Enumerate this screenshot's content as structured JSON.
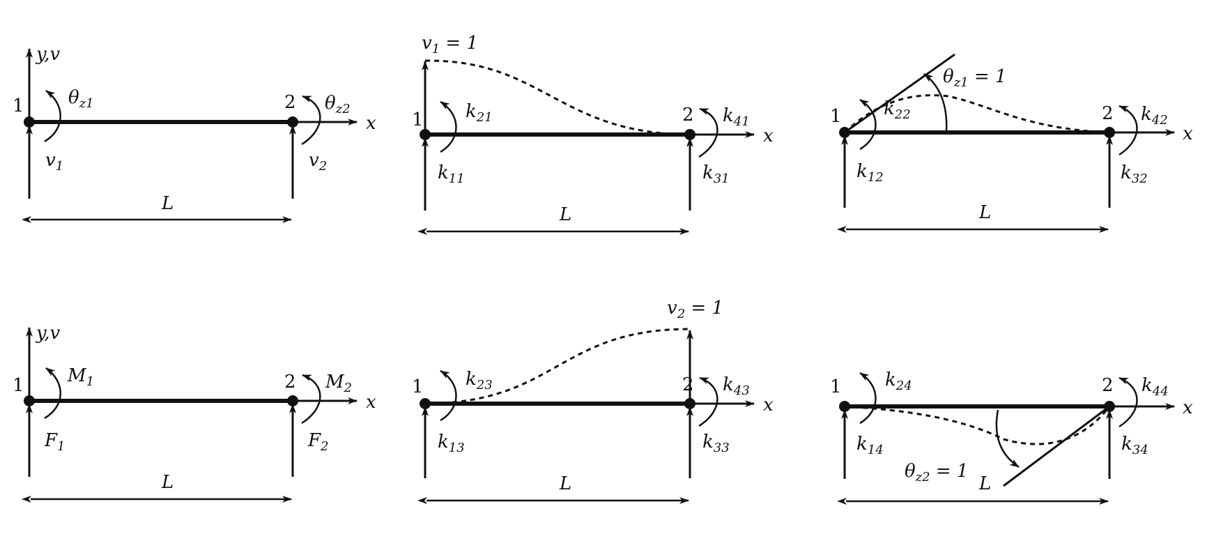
{
  "panels": [
    {
      "id": "dof",
      "node1": "1",
      "node2": "2",
      "axis_x": "x",
      "axis_y": "y,v",
      "moment1": {
        "base": "θ",
        "sub": "z1"
      },
      "moment2": {
        "base": "θ",
        "sub": "z2"
      },
      "force1": {
        "base": "v",
        "sub": "1"
      },
      "force2": {
        "base": "v",
        "sub": "2"
      },
      "length": "L",
      "deflection_label": {
        "base": "",
        "sub": "",
        "rest": ""
      }
    },
    {
      "id": "v1",
      "node1": "1",
      "node2": "2",
      "axis_x": "x",
      "axis_y": "",
      "moment1": {
        "base": "k",
        "sub": "21"
      },
      "moment2": {
        "base": "k",
        "sub": "41"
      },
      "force1": {
        "base": "k",
        "sub": "11"
      },
      "force2": {
        "base": "k",
        "sub": "31"
      },
      "length": "L",
      "deflection_label": {
        "base": "v",
        "sub": "1",
        "rest": " = 1"
      }
    },
    {
      "id": "theta1",
      "node1": "1",
      "node2": "2",
      "axis_x": "x",
      "axis_y": "",
      "moment1": {
        "base": "k",
        "sub": "22"
      },
      "moment2": {
        "base": "k",
        "sub": "42"
      },
      "force1": {
        "base": "k",
        "sub": "12"
      },
      "force2": {
        "base": "k",
        "sub": "32"
      },
      "length": "L",
      "deflection_label": {
        "base": "θ",
        "sub": "z1",
        "rest": " = 1"
      }
    },
    {
      "id": "forces",
      "node1": "1",
      "node2": "2",
      "axis_x": "x",
      "axis_y": "y,v",
      "moment1": {
        "base": "M",
        "sub": "1"
      },
      "moment2": {
        "base": "M",
        "sub": "2"
      },
      "force1": {
        "base": "F",
        "sub": "1"
      },
      "force2": {
        "base": "F",
        "sub": "2"
      },
      "length": "L",
      "deflection_label": {
        "base": "",
        "sub": "",
        "rest": ""
      }
    },
    {
      "id": "v2",
      "node1": "1",
      "node2": "2",
      "axis_x": "x",
      "axis_y": "",
      "moment1": {
        "base": "k",
        "sub": "23"
      },
      "moment2": {
        "base": "k",
        "sub": "43"
      },
      "force1": {
        "base": "k",
        "sub": "13"
      },
      "force2": {
        "base": "k",
        "sub": "33"
      },
      "length": "L",
      "deflection_label": {
        "base": "v",
        "sub": "2",
        "rest": " = 1"
      }
    },
    {
      "id": "theta2",
      "node1": "1",
      "node2": "2",
      "axis_x": "x",
      "axis_y": "",
      "moment1": {
        "base": "k",
        "sub": "24"
      },
      "moment2": {
        "base": "k",
        "sub": "44"
      },
      "force1": {
        "base": "k",
        "sub": "14"
      },
      "force2": {
        "base": "k",
        "sub": "34"
      },
      "length": "L",
      "deflection_label": {
        "base": "θ",
        "sub": "z2",
        "rest": " = 1"
      }
    }
  ]
}
